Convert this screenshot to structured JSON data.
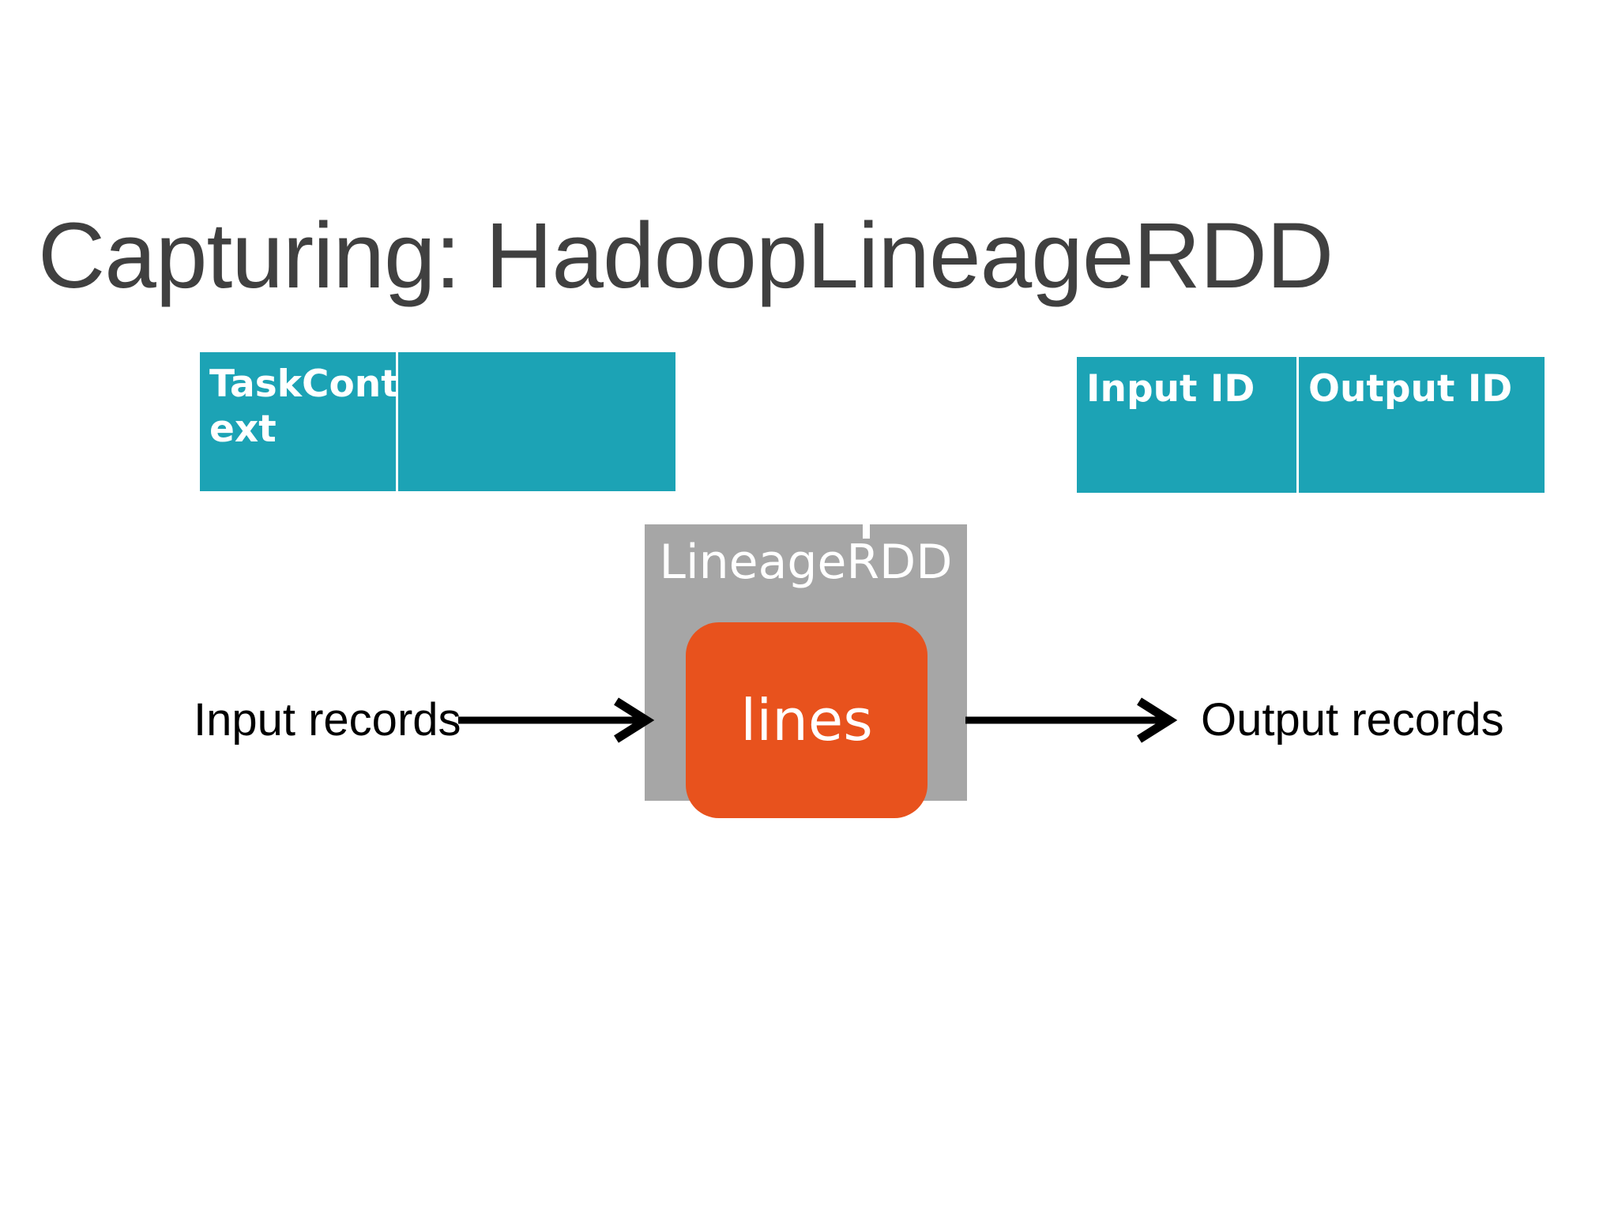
{
  "slide": {
    "title": "Capturing: HadoopLineageRDD",
    "background_color": "#FFFFFF",
    "title_color": "#404040"
  },
  "colors": {
    "teal": "#1CA3B5",
    "gray": "#A6A6A6",
    "orange": "#E8521D",
    "white": "#FFFFFF",
    "black": "#000000"
  },
  "taskcontext_table": {
    "cells": [
      {
        "label": "TaskCont\next"
      },
      {
        "label": ""
      }
    ]
  },
  "io_id_table": {
    "cells": [
      {
        "label": "Input ID"
      },
      {
        "label": "Output ID"
      }
    ]
  },
  "lineage_rdd": {
    "label": "LineageRDD",
    "inner_box": {
      "label": "lines"
    }
  },
  "flow": {
    "input_label": "Input records",
    "output_label": "Output records",
    "input_arrow": "arrow-right-icon",
    "output_arrow": "arrow-right-icon"
  }
}
